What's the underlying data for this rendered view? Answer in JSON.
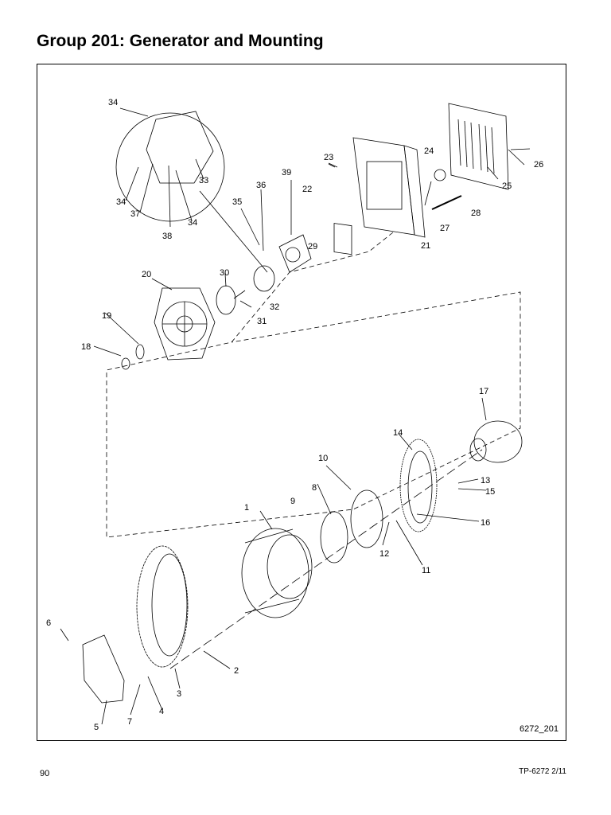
{
  "title": "Group 201:  Generator and Mounting",
  "figure_id": "6272_201",
  "footer": {
    "page_number": "90",
    "doc_id": "TP-6272  2/11"
  },
  "callouts": [
    "1",
    "2",
    "3",
    "4",
    "5",
    "6",
    "7",
    "8",
    "9",
    "10",
    "11",
    "12",
    "13",
    "14",
    "15",
    "16",
    "17",
    "18",
    "19",
    "20",
    "21",
    "22",
    "23",
    "24",
    "25",
    "26",
    "27",
    "28",
    "29",
    "30",
    "31",
    "32",
    "33",
    "34",
    "34",
    "34",
    "35",
    "36",
    "37",
    "38",
    "39"
  ]
}
